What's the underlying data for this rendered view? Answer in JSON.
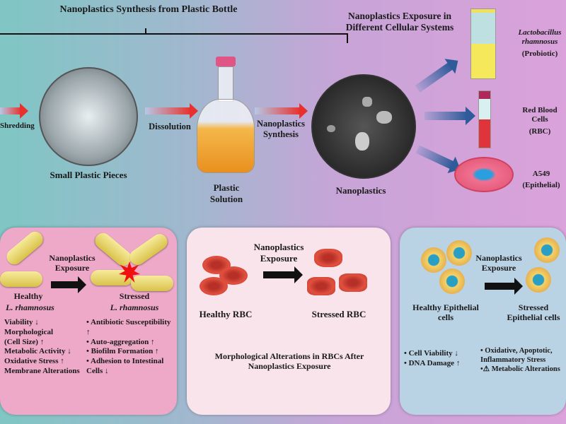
{
  "synthesis": {
    "title": "Nanoplastics Synthesis from Plastic Bottle",
    "step1": "Shredding",
    "step2": "Dissolution",
    "step3": "Nanoplastics Synthesis",
    "pieces": "Small Plastic Pieces",
    "solution": "Plastic Solution",
    "nanoplastics": "Nanoplastics"
  },
  "exposure": {
    "title": "Nanoplastics Exposure in Different Cellular Systems",
    "systems": [
      {
        "name": "Lactobacillus rhamnosus",
        "sub": "(Probiotic)"
      },
      {
        "name": "Red Blood Cells",
        "sub": "(RBC)"
      },
      {
        "name": "A549",
        "sub": "(Epithelial)"
      }
    ]
  },
  "panel_bacteria": {
    "exposure": "Nanoplastics Exposure",
    "healthy": "Healthy",
    "healthy_species": "L. rhamnosus",
    "stressed": "Stressed",
    "stressed_species": "L. rhamnosus",
    "left_effects": [
      "Viability ↓",
      "Morphological",
      "(Cell Size) ↑",
      "Metabolic Activity ↓",
      "Oxidative Stress ↑",
      "Membrane Alterations"
    ],
    "right_effects": [
      "• Antibiotic Susceptibility ↑",
      "• Auto-aggregation ↑",
      "• Biofilm Formation ↑",
      "• Adhesion to Intestinal Cells ↓"
    ]
  },
  "panel_rbc": {
    "exposure": "Nanoplastics Exposure",
    "healthy": "Healthy RBC",
    "stressed": "Stressed RBC",
    "caption": "Morphological Alterations in RBCs After Nanoplastics Exposure"
  },
  "panel_epi": {
    "exposure": "Nanoplastics Exposure",
    "healthy": "Healthy Epithelial cells",
    "stressed": "Stressed Epithelial cells",
    "left_effects": [
      "• Cell Viability ↓",
      "• DNA Damage ↑"
    ],
    "right_effects": [
      "• Oxidative, Apoptotic,",
      "Inflammatory Stress",
      "•⚠ Metabolic Alterations"
    ]
  }
}
